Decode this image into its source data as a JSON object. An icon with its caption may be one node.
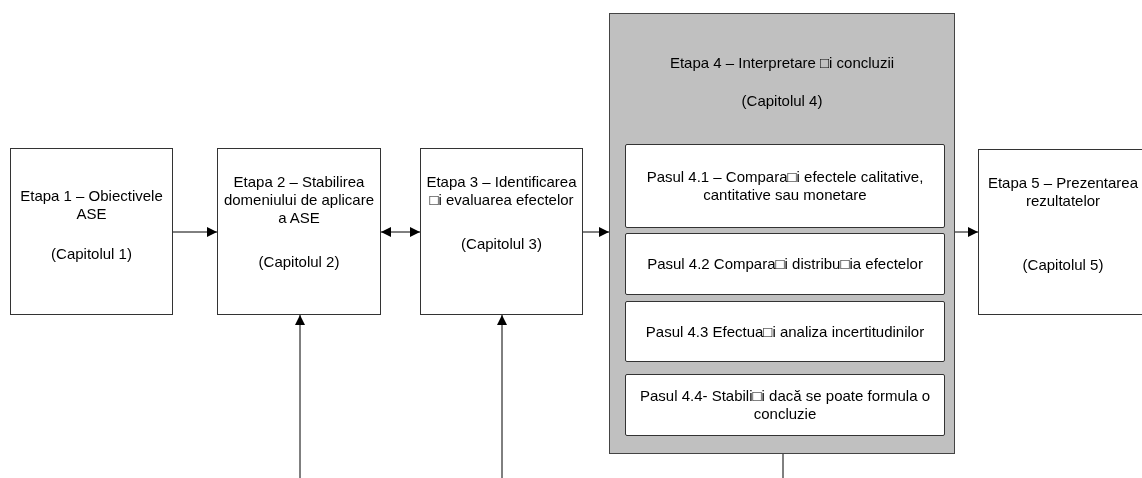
{
  "diagram": {
    "nodes": [
      {
        "text": [
          "Etapa 1 – Obiectivele ASE",
          "(Capitolul 1)"
        ]
      },
      {
        "text": [
          "Etapa 2 – Stabilirea domeniului de aplicare a ASE",
          "(Capitolul 2)"
        ]
      },
      {
        "text": [
          "Etapa 3 – Identificarea □i evaluarea efectelor",
          "(Capitolul 3)"
        ]
      },
      {
        "text": [
          "Etapa 4 – Interpretare □i concluzii",
          "(Capitolul 4)"
        ]
      },
      {
        "text": [
          "Pasul 4.1 – Compara□i efectele calitative, cantitative sau monetare"
        ],
        "in": 3
      },
      {
        "text": [
          "Pasul 4.2 Compara□i distribu□ia efectelor"
        ],
        "in": 3
      },
      {
        "text": [
          "Pasul 4.3 Efectua□i analiza incertitudinilor"
        ],
        "in": 3
      },
      {
        "text": [
          "Pasul 4.4-  Stabili□i dacă se poate formula o concluzie"
        ],
        "in": 3
      },
      {
        "text": [
          "Etapa 5 – Prezentarea rezultatelor",
          "(Capitolul 5)"
        ]
      }
    ],
    "edges": [
      {
        "from": 0,
        "to": 1,
        "arrow": "to"
      },
      {
        "from": 1,
        "to": 2,
        "arrow": "both"
      },
      {
        "from": 2,
        "to": 3,
        "arrow": "to"
      },
      {
        "from": 3,
        "to": 8,
        "arrow": "to"
      },
      {
        "from": null,
        "to": 1,
        "arrow": "to"
      },
      {
        "from": null,
        "to": 2,
        "arrow": "to"
      },
      {
        "from": 3,
        "to": null,
        "arrow": "none"
      }
    ]
  }
}
